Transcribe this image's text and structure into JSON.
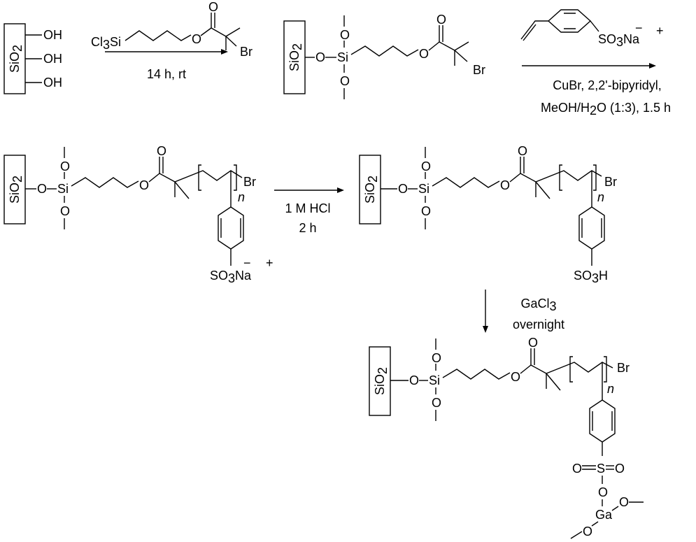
{
  "labels": {
    "sio2": "SiO",
    "sub2": "2",
    "sub3": "3",
    "oh": "OH",
    "o": "O",
    "si": "Si",
    "br": "Br",
    "ga": "Ga",
    "n": "n",
    "cl": "Cl",
    "so": "SO",
    "s": "S",
    "na": "Na",
    "h": "H",
    "minus": "−",
    "plus": "+",
    "eq_o": "O"
  },
  "steps": {
    "step1": {
      "reagent_prefix": "Cl",
      "reagent_si": "Si",
      "condition": "14 h, rt"
    },
    "step2": {
      "condition1": "CuBr, 2,2'-bipyridyl,",
      "condition2_a": "MeOH/H",
      "condition2_b": "O (1:3),  1.5 h"
    },
    "step3": {
      "condition1": "1 M HCl",
      "condition2": "2 h"
    },
    "step4": {
      "condition1_a": "GaCl",
      "condition2": "overnight"
    }
  }
}
